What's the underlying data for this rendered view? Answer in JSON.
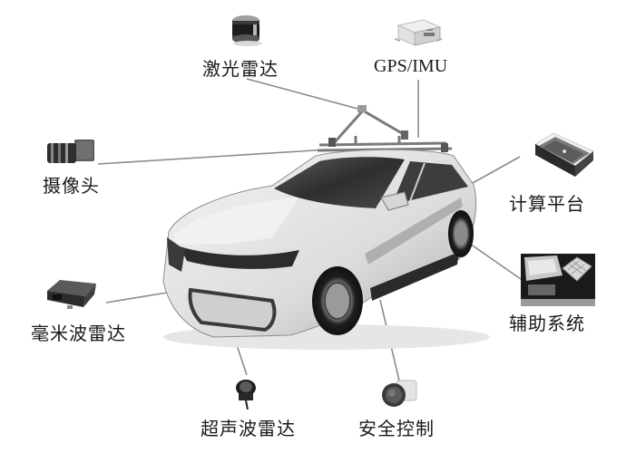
{
  "diagram": {
    "type": "labeled-vehicle-sensor-diagram",
    "subject": "autonomous-driving test car",
    "colors": {
      "line": "#8a8a8a",
      "text": "#1a1a1a",
      "background": "#ffffff"
    },
    "components": [
      {
        "id": "lidar",
        "label": "激光雷达",
        "icon": "lidar-icon"
      },
      {
        "id": "gps_imu",
        "label": "GPS/IMU",
        "icon": "gps-imu-box-icon"
      },
      {
        "id": "camera",
        "label": "摄像头",
        "icon": "camera-icon"
      },
      {
        "id": "compute",
        "label": "计算平台",
        "icon": "compute-board-icon"
      },
      {
        "id": "aux",
        "label": "辅助系统",
        "icon": "auxiliary-system-icon"
      },
      {
        "id": "mmwave",
        "label": "毫米波雷达",
        "icon": "mmwave-radar-icon"
      },
      {
        "id": "ultrasonic",
        "label": "超声波雷达",
        "icon": "ultrasonic-sensor-icon"
      },
      {
        "id": "safety",
        "label": "安全控制",
        "icon": "safety-control-icon"
      }
    ]
  }
}
